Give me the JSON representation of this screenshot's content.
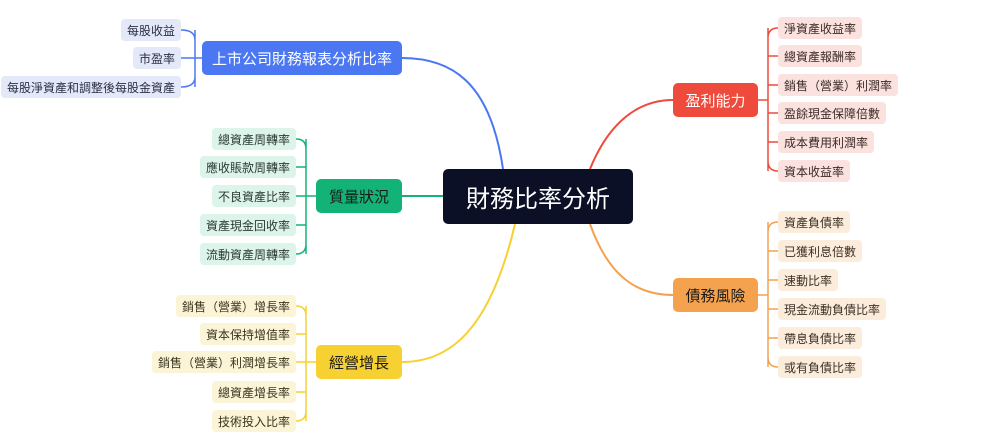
{
  "root": {
    "label": "財務比率分析"
  },
  "branches": {
    "reports": {
      "label": "上市公司財務報表分析比率",
      "color": "#4b78f2",
      "children": [
        "每股收益",
        "市盈率",
        "每股淨資產和調整後每股金資產"
      ]
    },
    "quality": {
      "label": "質量狀況",
      "color": "#13b377",
      "children": [
        "總資產周轉率",
        "應收賬款周轉率",
        "不良資產比率",
        "資產現金回收率",
        "流動資產周轉率"
      ]
    },
    "growth": {
      "label": "經營增長",
      "color": "#f7d031",
      "children": [
        "銷售（營業）增長率",
        "資本保持增值率",
        "銷售（營業）利潤增長率",
        "總資產增長率",
        "技術投入比率"
      ]
    },
    "profit": {
      "label": "盈利能力",
      "color": "#ee4b3d",
      "children": [
        "淨資產收益率",
        "總資產報酬率",
        "銷售（營業）利潤率",
        "盈餘現金保障倍數",
        "成本費用利潤率",
        "資本收益率"
      ]
    },
    "debt": {
      "label": "債務風險",
      "color": "#f4a24d",
      "children": [
        "資產負債率",
        "已獲利息倍數",
        "速動比率",
        "現金流動負債比率",
        "帶息負債比率",
        "或有負債比率"
      ]
    }
  }
}
